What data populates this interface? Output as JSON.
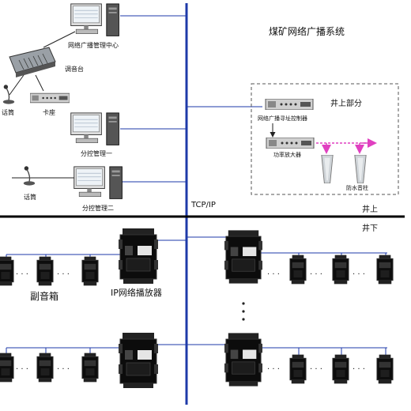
{
  "title": "煤矿网络广播系统",
  "labels": {
    "center": "网络广播管理中心",
    "mixer": "调音台",
    "mic_top": "话筒",
    "tape": "卡座",
    "sub1": "分控管理一",
    "sub2": "分控管理二",
    "mic_bottom": "话筒",
    "surface_section": "井上部分",
    "addr_controller": "网络广播寻址控制器",
    "amplifier": "功率放大器",
    "column_speaker": "防水音柱",
    "tcpip": "TCP/IP",
    "above_ground": "井上",
    "underground": "井下",
    "aux_speaker": "副音箱",
    "ip_player": "IP网络播放器"
  },
  "ellipsis": "· · ·",
  "colors": {
    "bus": "#1e3aa8",
    "ground_line": "#000000",
    "pink_arrow": "#e040c0",
    "device_body": "#111111"
  }
}
